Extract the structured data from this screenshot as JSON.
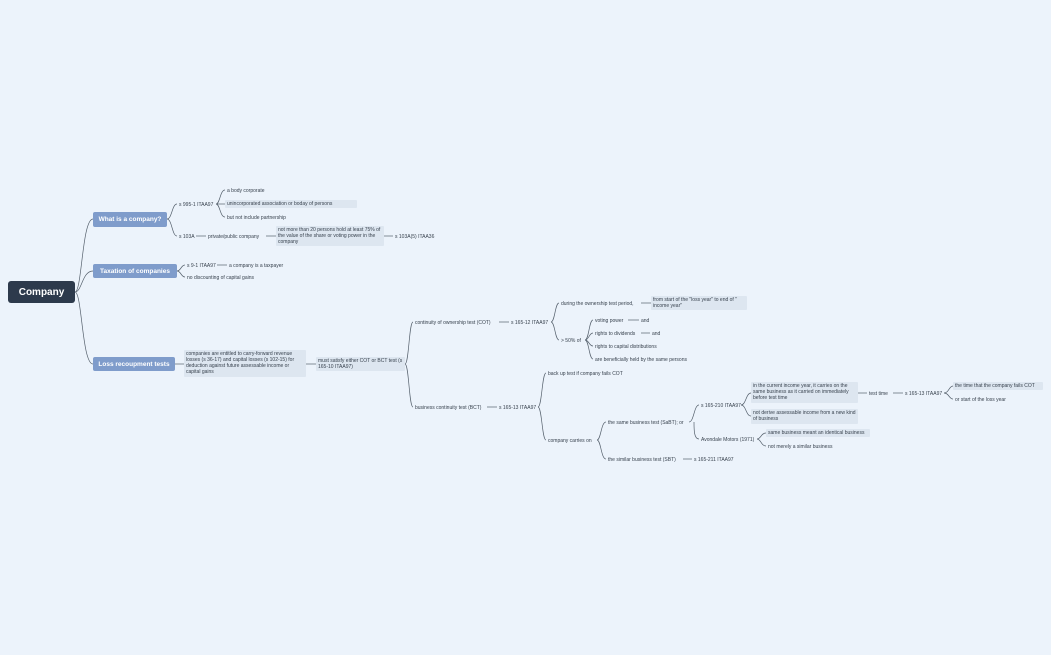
{
  "root": "Company",
  "topics": {
    "what": "What is a company?",
    "tax": "Taxation of companies",
    "loss": "Loss recoupment tests"
  },
  "what": {
    "s995": "s 995-1 ITAA97",
    "body_corporate": "a body corporate",
    "unincorporated": "unincorporated association or boday of persons",
    "partnership": "but not include partnership",
    "s103a": "s 103A",
    "private_public": "private/public company",
    "not_more": "not more than 20 persons hold at least 75% of the value of the share or voting power in the company",
    "s103a5": "s 103A(5) ITAA36"
  },
  "tax": {
    "s91": "s 9-1 ITAA97",
    "taxpayer": "a company is a taxpayer",
    "no_discount": "no discounting of capital gains"
  },
  "loss": {
    "entitled": "companies are entitled to carry-forward revenue losses (s 36-17) and capital losses (s 102-15) for deduction against future assessable income or capital gains",
    "must_satisfy": "must satisfy either COT or BCT test (s 165-10 ITAA97)",
    "cot": "continuity of ownership test (COT)",
    "s165_12": "s 165-12 ITAA97",
    "during": "during the ownership test period,",
    "from_start": "from start of the \"loss year\" to end of \" income year\"",
    "gt50": "> 50% of",
    "voting_power": "voting power",
    "and1": "and",
    "rights_dividends": "rights to dividends",
    "and2": "and",
    "rights_capital": "rights to capital distributions",
    "beneficially": "are beneficially held by the same persons",
    "bct": "business continuity test (BCT)",
    "s165_13": "s 165-13 ITAA97",
    "back_up": "back up test if company fails COT",
    "carries_on": "company carries on",
    "same_business": "the same business test (SaBT); or",
    "s165_210": "s 165-210 ITAA97",
    "current_year": "in the current income year, it carries on the same business as it carried on immediately before test time",
    "test_time": "test time",
    "s165_13b": "s 165-13 ITAA97",
    "time_fails": "the time that the company fails COT",
    "start_loss": "or start of the loss year",
    "not_derive": "not derive assessable income from a new kind of business",
    "avondale": "Avondale Motors (1971)",
    "identical": "same business meant an identical business",
    "not_merely": "not merely a similar business",
    "similar_business": "the similar business test (SBT)",
    "s165_211": "s 165-211 ITAA97"
  }
}
